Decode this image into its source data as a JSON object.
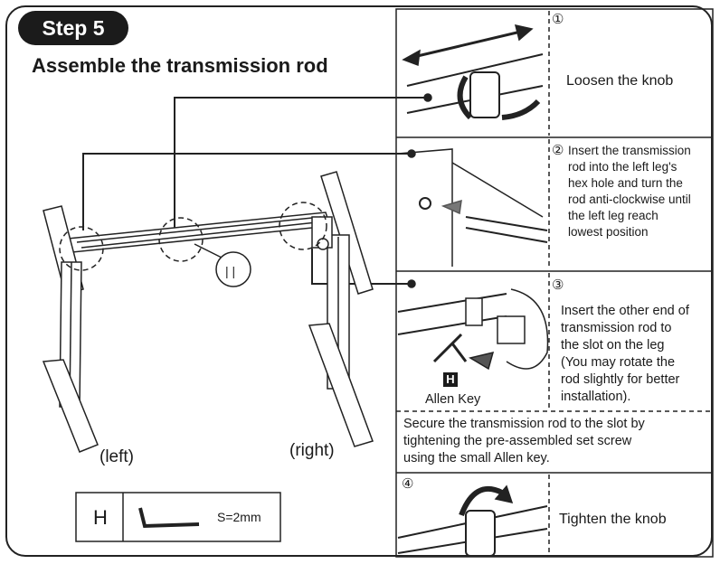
{
  "header": {
    "step": "Step 5",
    "title": "Assemble the transmission rod"
  },
  "frame_labels": {
    "left": "(left)",
    "right": "(right)"
  },
  "tool_box": {
    "letter": "H",
    "size": "S=2mm"
  },
  "steps": [
    {
      "number": "①",
      "text": "Loosen the knob"
    },
    {
      "number": "②",
      "lines": [
        "Insert the transmission",
        "rod into the left leg's",
        "hex hole and turn the",
        "rod anti-clockwise until",
        "the left leg reach",
        "lowest position"
      ]
    },
    {
      "number": "③",
      "lines": [
        "Insert the other end of",
        "transmission rod to",
        "the slot on the leg",
        "(You may rotate the",
        "rod slightly for better",
        "installation)."
      ],
      "tool_letter": "H",
      "tool_name": "Allen Key",
      "note_lines": [
        "Secure the transmission rod to the slot by",
        "tightening the pre-assembled set screw",
        "using the small Allen key."
      ]
    },
    {
      "number": "④",
      "text": "Tighten the knob"
    }
  ]
}
